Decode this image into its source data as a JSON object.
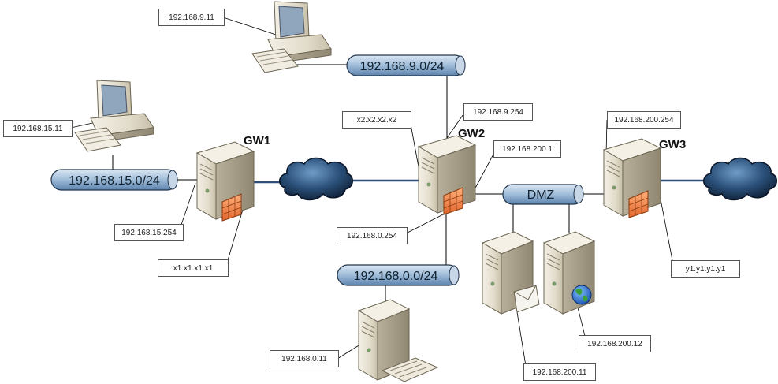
{
  "gateways": {
    "gw1": "GW1",
    "gw2": "GW2",
    "gw3": "GW3"
  },
  "networks": {
    "net9": "192.168.9.0/24",
    "net15": "192.168.15.0/24",
    "net0": "192.168.0.0/24",
    "dmz": "DMZ"
  },
  "labels": {
    "pc9": "192.168.9.11",
    "pc15": "192.168.15.11",
    "gw1_inside": "192.168.15.254",
    "gw1_outside": "x1.x1.x1.x1",
    "gw2_outside": "x2.x2.x2.x2",
    "gw2_net9": "192.168.9.254",
    "gw2_dmz": "192.168.200.1",
    "gw2_net0": "192.168.0.254",
    "gw3_dmz": "192.168.200.254",
    "gw3_outside": "y1.y1.y1.y1",
    "server0": "192.168.0.11",
    "mail_server": "192.168.200.11",
    "web_server": "192.168.200.12"
  }
}
